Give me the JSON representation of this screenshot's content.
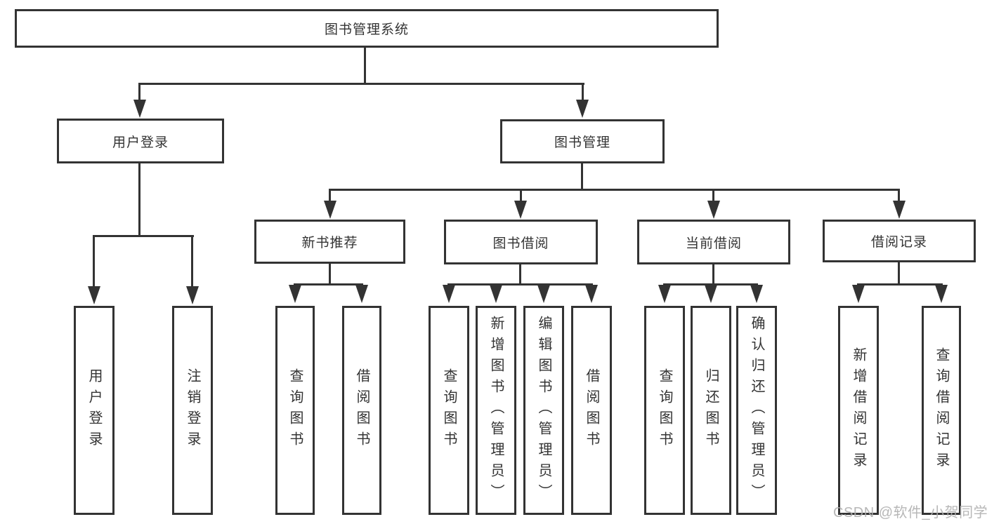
{
  "diagram": {
    "type": "hierarchy-tree",
    "colors": {
      "line": "#333333",
      "box_border": "#333333",
      "text": "#333333",
      "background": "#ffffff",
      "watermark": "#b0b0b0"
    },
    "tree": {
      "label": "图书管理系统",
      "children": [
        {
          "label": "用户登录",
          "children": [
            {
              "label": "用户登录"
            },
            {
              "label": "注销登录"
            }
          ]
        },
        {
          "label": "图书管理",
          "children": [
            {
              "label": "新书推荐",
              "children": [
                {
                  "label": "查询图书"
                },
                {
                  "label": "借阅图书"
                }
              ]
            },
            {
              "label": "图书借阅",
              "children": [
                {
                  "label": "查询图书"
                },
                {
                  "label": "新增图书（管理员）"
                },
                {
                  "label": "编辑图书（管理员）"
                },
                {
                  "label": "借阅图书"
                }
              ]
            },
            {
              "label": "当前借阅",
              "children": [
                {
                  "label": "查询图书"
                },
                {
                  "label": "归还图书"
                },
                {
                  "label": "确认归还（管理员）"
                }
              ]
            },
            {
              "label": "借阅记录",
              "children": [
                {
                  "label": "新增借阅记录"
                },
                {
                  "label": "查询借阅记录"
                }
              ]
            }
          ]
        }
      ]
    },
    "watermark": {
      "text": "CSDN @软件_小贺同学"
    }
  }
}
